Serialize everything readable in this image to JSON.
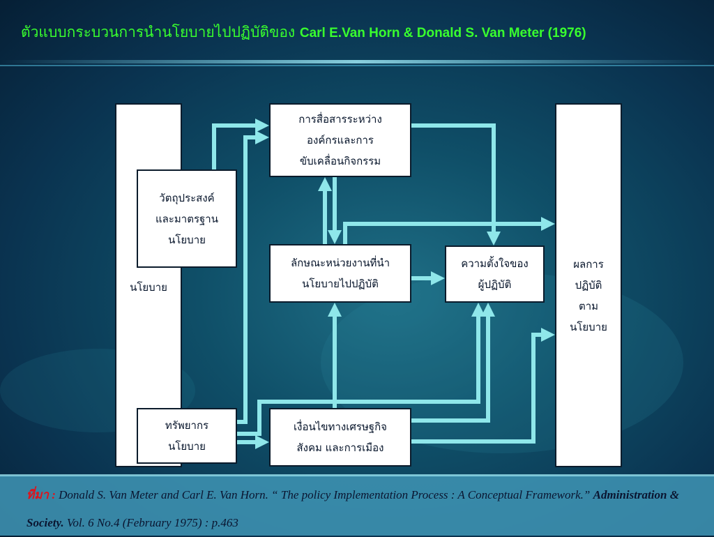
{
  "title": {
    "thai": "ตัวแบบกระบวนการนำนโยบายไปปฏิบัติของ",
    "english": "Carl E.Van Horn & Donald S. Van Meter (1976)"
  },
  "diagram": {
    "policy_column": {
      "label": "นโยบาย"
    },
    "objectives_box": {
      "line1": "วัตถุประสงค์",
      "line2": "และมาตรฐาน",
      "line3": "นโยบาย"
    },
    "resources_box": {
      "line1": "ทรัพยากร",
      "line2": "นโยบาย"
    },
    "communication_box": {
      "line1": "การสื่อสารระหว่าง",
      "line2": "องค์กรและการ",
      "line3": "ขับเคลื่อนกิจกรรม"
    },
    "agency_box": {
      "line1": "ลักษณะหน่วยงานที่นำ",
      "line2": "นโยบายไปปฏิบัติ"
    },
    "conditions_box": {
      "line1": "เงื่อนไขทางเศรษฐกิจ",
      "line2": "สังคม และการเมือง"
    },
    "disposition_box": {
      "line1": "ความตั้งใจของ",
      "line2": "ผู้ปฏิบัติ"
    },
    "performance_column": {
      "line1": "ผลการ",
      "line2": "ปฏิบัติ",
      "line3": "ตาม",
      "line4": "นโยบาย"
    }
  },
  "source": {
    "label": "ที่มา :",
    "authors": "Donald S. Van Meter and Carl E. Van Horn. “ The policy Implementation Process : A Conceptual Framework.”",
    "journal": "Administration & Society.",
    "details": "Vol. 6 No.4 (February 1975) : p.463"
  },
  "colors": {
    "title": "#39ff2e",
    "arrow": "#8fe7ea",
    "source_label": "#e0121b"
  }
}
